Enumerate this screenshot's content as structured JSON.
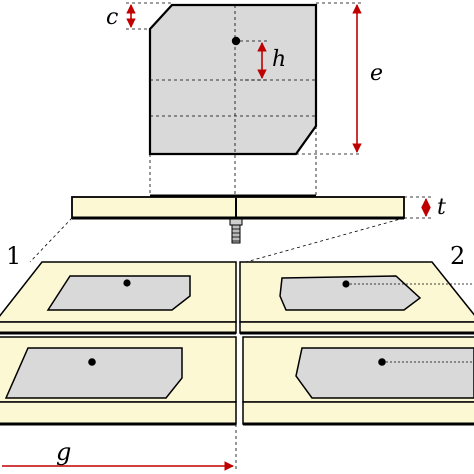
{
  "labels": {
    "c": "c",
    "h": "h",
    "e": "e",
    "t": "t",
    "g": "g",
    "num1": "1",
    "num2": "2"
  },
  "colors": {
    "patch": "#d9d9d9",
    "substrate": "#fdf8d4",
    "arrow": "#c00000",
    "outline": "#000000",
    "connector": "#aaaaaa"
  },
  "icons": {
    "feed_point": "filled-dot",
    "connector": "sma-connector"
  }
}
